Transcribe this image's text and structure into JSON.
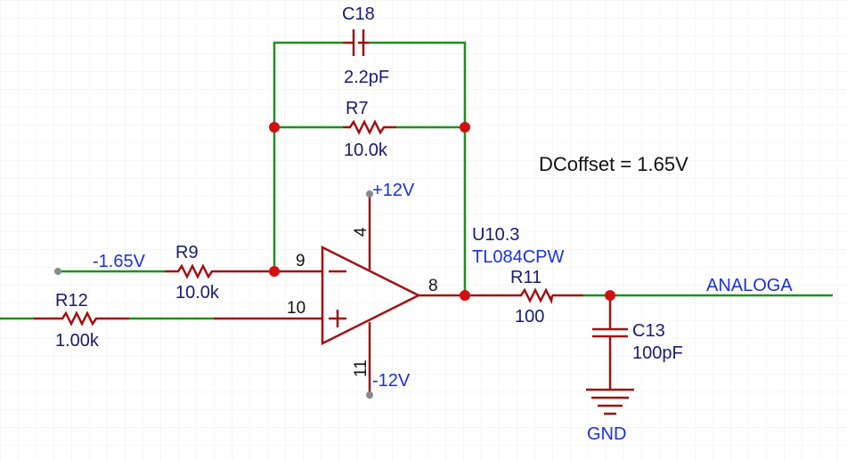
{
  "components": {
    "c18": {
      "ref": "C18",
      "value": "2.2pF"
    },
    "r7": {
      "ref": "R7",
      "value": "10.0k"
    },
    "r9": {
      "ref": "R9",
      "value": "10.0k"
    },
    "r12": {
      "ref": "R12",
      "value": "1.00k"
    },
    "r11": {
      "ref": "R11",
      "value": "100"
    },
    "c13": {
      "ref": "C13",
      "value": "100pF"
    },
    "u10": {
      "ref": "U10.3",
      "part": "TL084CPW"
    }
  },
  "pins": {
    "inv": "9",
    "noninv": "10",
    "out": "8",
    "vpos": "4",
    "vneg": "11"
  },
  "nets": {
    "vpos": "+12V",
    "vneg": "-12V",
    "offset_in": "-1.65V",
    "output": "ANALOGA",
    "ground": "GND"
  },
  "note": "DCoffset = 1.65V",
  "colors": {
    "wire": "#1f8f1f",
    "component": "#a01010",
    "junction": "#d21010",
    "net_label": "#1a2fe0"
  }
}
